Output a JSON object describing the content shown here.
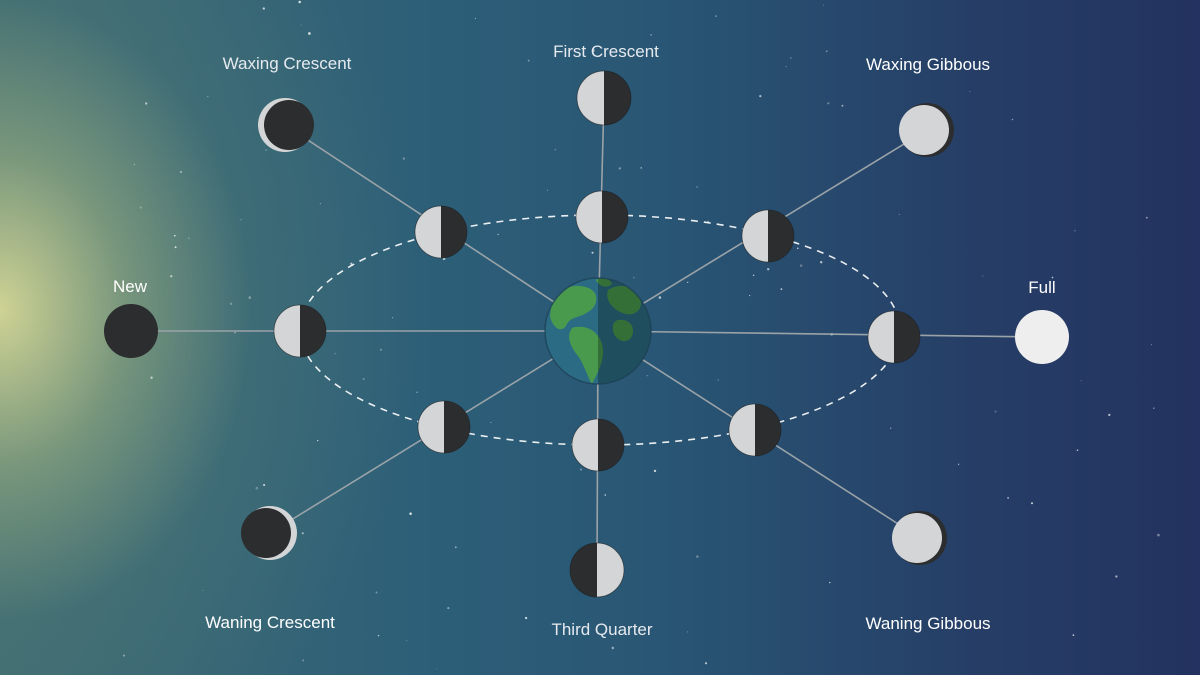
{
  "labels": {
    "new": "New",
    "waxing_crescent": "Waxing Crescent",
    "first_crescent": "First Crescent",
    "waxing_gibbous": "Waxing Gibbous",
    "full": "Full",
    "waning_gibbous": "Waning Gibbous",
    "third_quarter": "Third Quarter",
    "waning_crescent": "Waning Crescent"
  },
  "colors": {
    "lit": "#d4d5d6",
    "dark": "#2c2d2f",
    "full_moon": "#eeeeee",
    "ocean": "#2b6c84",
    "land": "#4a9a4e",
    "line": "#9aa3a8",
    "orbit": "#ffffff"
  }
}
